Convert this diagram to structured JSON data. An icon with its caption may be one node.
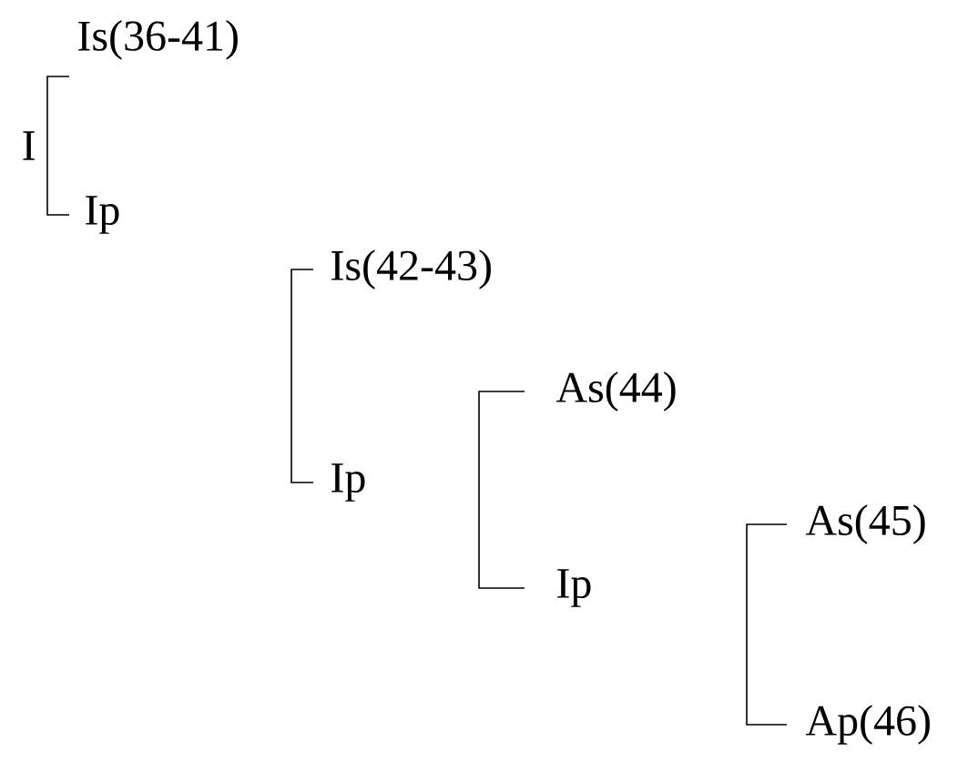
{
  "diagram": {
    "nodes": [
      {
        "text": [
          "I"
        ]
      },
      {
        "text": [
          "Is(36-41)"
        ]
      },
      {
        "text": [
          "Ip"
        ]
      },
      {
        "text": [
          "Is(42-43)"
        ]
      },
      {
        "text": [
          "Ip"
        ]
      },
      {
        "text": [
          "As(44)"
        ]
      },
      {
        "text": [
          "Ip"
        ]
      },
      {
        "text": [
          "As(45)"
        ]
      },
      {
        "text": [
          "Ap(46)"
        ]
      }
    ],
    "edges": [
      {
        "from": 1,
        "to": 2,
        "arrow": "none"
      },
      {
        "from": 3,
        "to": 4,
        "arrow": "none"
      },
      {
        "from": 5,
        "to": 6,
        "arrow": "none"
      },
      {
        "from": 7,
        "to": 8,
        "arrow": "none"
      }
    ]
  }
}
